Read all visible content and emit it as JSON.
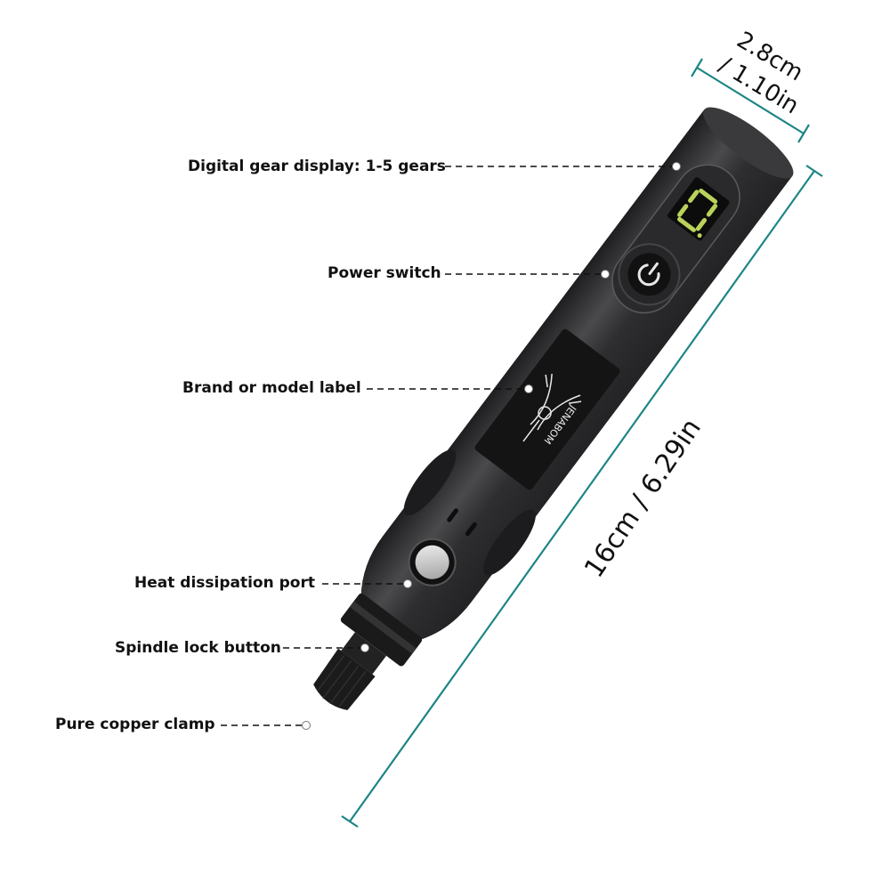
{
  "product": {
    "brand_text": "JENABOM",
    "display_digit": "0.",
    "colors": {
      "body": "#2e2e30",
      "body_highlight": "#4a4a4c",
      "display_segment": "#b9d35a",
      "dimension_line": "#1f8585",
      "callout_text": "#111111"
    }
  },
  "callouts": [
    {
      "id": "display",
      "label": "Digital gear display: 1-5 gears"
    },
    {
      "id": "power",
      "label": "Power switch"
    },
    {
      "id": "brand",
      "label": "Brand or model label"
    },
    {
      "id": "heat",
      "label": "Heat dissipation port"
    },
    {
      "id": "spindle",
      "label": "Spindle lock button"
    },
    {
      "id": "clamp",
      "label": "Pure copper clamp"
    }
  ],
  "dimensions": {
    "width_cm": "2.8cm",
    "width_in": "/ 1.10in",
    "length": "16cm / 6.29in"
  }
}
